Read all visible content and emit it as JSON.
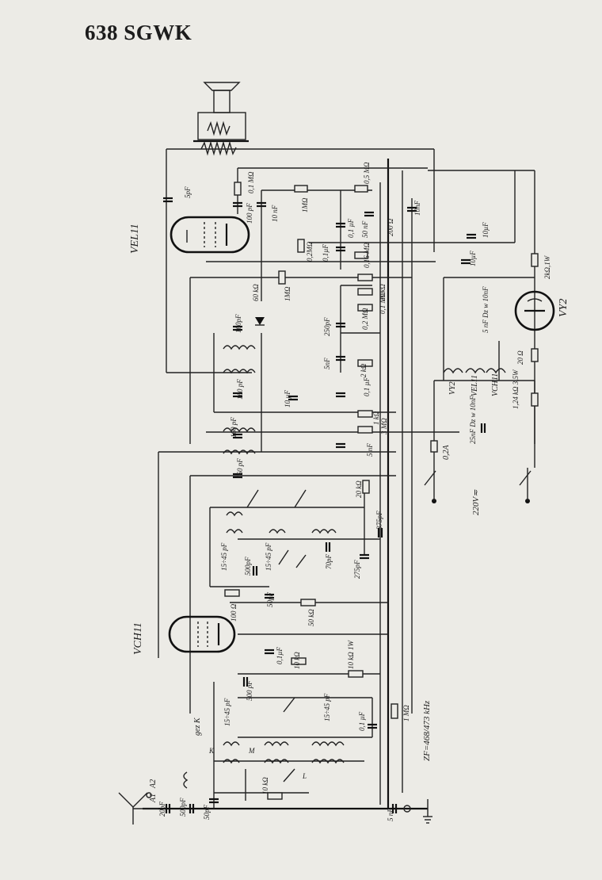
{
  "title": "638 SGWK",
  "tubes": {
    "output": "VEL11",
    "mixer": "VCH11",
    "rectifier": "VY2"
  },
  "heaters": {
    "vy2": "VY2",
    "vel11": "VEL11",
    "vch11": "VCH11"
  },
  "mains": {
    "voltage": "220V≂",
    "fuse": "0,2A"
  },
  "if_note": "ZF=468/473 kHz",
  "antenna": {
    "a1": "A1",
    "a2": "A2"
  },
  "switch_labels": {
    "k": "K",
    "m": "M",
    "l": "L",
    "gez": "gez K"
  },
  "components": {
    "c_5pF": "5pF",
    "r_01M": "0,1 MΩ",
    "c_100pF": "100 pF",
    "c_10nF_a": "10 nF",
    "r_1M_a": "1MΩ",
    "r_05M": "0,5 MΩ",
    "c_10nF_b": "10nF",
    "r_200": "200 Ω",
    "c_50nF": "50 nF",
    "c_01uF_a": "0,1 µF",
    "c_10uF_a": "10µF",
    "c_10uF_b": "10µF",
    "r_2k": "2kΩ,1W",
    "r_02M": "0,2MΩ",
    "c_01uF_b": "0,1µF",
    "r_016M": "0,16 MΩ",
    "r_60k": "60 kΩ",
    "r_1M_b": "1MΩ",
    "r_20k_a": "20 kΩ",
    "r_01M_b": "0,1 MΩ",
    "c_250pF": "250pF",
    "r_02M_b": "0,2 MΩ",
    "c_5nF_dz": "5 nF Dz w 10nF",
    "c_160pF_a": "160pF",
    "c_5nF_a": "5nF",
    "r_2k_b": "2 kΩ",
    "r_20": "20 Ω",
    "c_160pF_b": "160 pF",
    "c_10uF_c": "10 µF",
    "c_01uF_c": "0,1 µF",
    "r_124k": "1,24 kΩ 3,5W",
    "c_25nF": "25nF Dz w 10nF",
    "c_160pF_c": "160 pF",
    "r_1k": "1 kΩ",
    "r_3M": "3 MΩ",
    "c_5nF_b": "5 nF",
    "r_1M_c": "1 MΩ",
    "c_160pF_d": "160 pF",
    "r_20k_b": "20 kΩ",
    "c_375pF": "375pF",
    "c_15_45_a": "15÷45 pF",
    "c_500pF_a": "500pF",
    "c_15_45_b": "15÷45 pF",
    "c_70pF": "70pF",
    "c_275pF": "275pF",
    "c_50pF_a": "50pF",
    "r_50k": "50 kΩ",
    "r_100": "100 Ω",
    "c_01uF_d": "0,1µF",
    "r_10k_a": "10 kΩ",
    "r_10k_1w": "10 kΩ 1W",
    "c_500pF_b": "500 pF",
    "c_15_45_c": "15÷45 pF",
    "c_15_45_d": "15÷45 pF",
    "c_01uF_e": "0,1 µF",
    "r_1M_d": "1 MΩ",
    "r_10k_b": "10 kΩ",
    "c_20pF": "20pF",
    "c_500pF_c": "500pF",
    "c_50pF_b": "50pF",
    "c_5nF_c": "5 nF"
  }
}
